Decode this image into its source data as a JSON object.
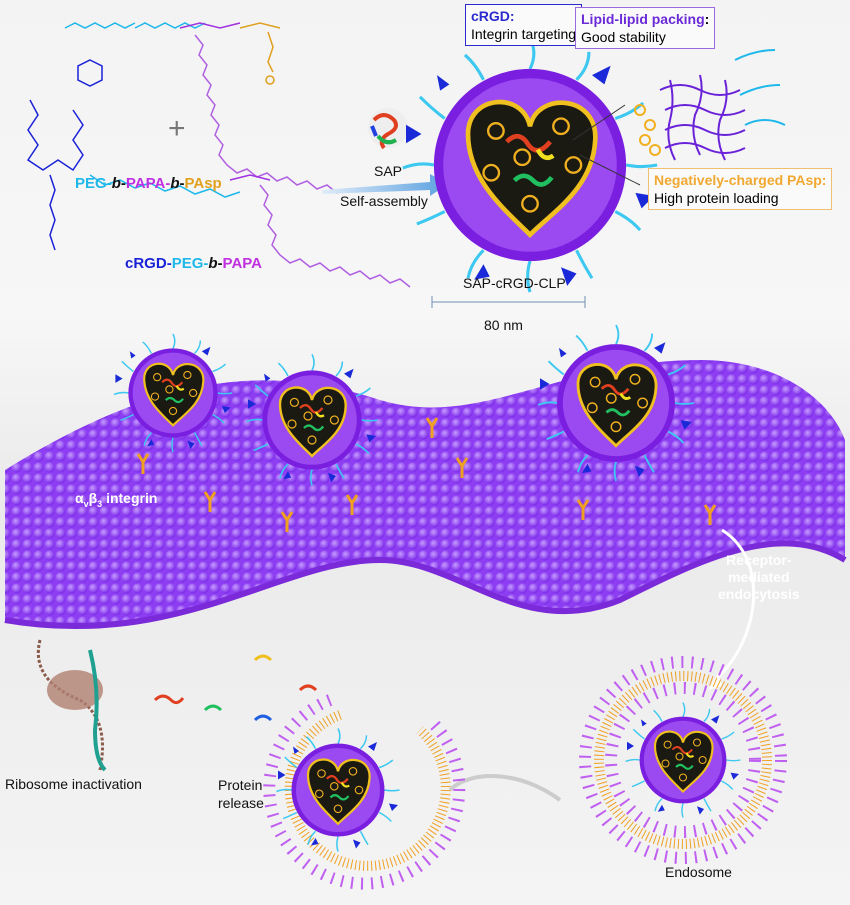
{
  "polymer1": {
    "segments": [
      {
        "text": "PEG",
        "color": "#1fb8ea"
      },
      {
        "text": "-",
        "color": "#1fb8ea"
      },
      {
        "text": "b",
        "color": "#111111"
      },
      {
        "text": "-",
        "color": "#111111"
      },
      {
        "text": "PAPA",
        "color": "#c030e0"
      },
      {
        "text": "-",
        "color": "#c030e0"
      },
      {
        "text": "b",
        "color": "#111111"
      },
      {
        "text": "-",
        "color": "#111111"
      },
      {
        "text": "PAsp",
        "color": "#e0a020"
      }
    ]
  },
  "polymer2": {
    "segments": [
      {
        "text": "cRGD",
        "color": "#1a22d8"
      },
      {
        "text": "-",
        "color": "#1a22d8"
      },
      {
        "text": "PEG",
        "color": "#1fb8ea"
      },
      {
        "text": "-",
        "color": "#1fb8ea"
      },
      {
        "text": "b",
        "color": "#111111"
      },
      {
        "text": "-",
        "color": "#111111"
      },
      {
        "text": "PAPA",
        "color": "#c030e0"
      }
    ]
  },
  "plus": "+",
  "sap_label": "SAP",
  "self_assembly_label": "Self-assembly",
  "callouts": {
    "crgd": {
      "title": "cRGD:",
      "text": "Integrin targeting",
      "color": "#2a2ad0"
    },
    "lipid": {
      "title": "Lipid-lipid packing",
      "colon": ":",
      "text": "Good stability",
      "color": "#6a2ad8"
    },
    "pasp": {
      "title": "Negatively-charged PAsp:",
      "text": "High protein loading",
      "color": "#f0a830"
    }
  },
  "particle_name": "SAP-cRGD-CLP",
  "scale_label": "80 nm",
  "integrin_label": {
    "alpha": "α",
    "sub_v": "v",
    "beta": "β",
    "sub_3": "3",
    "rest": " integrin"
  },
  "endocytosis_label": [
    "Receptor-",
    "mediated",
    "endocytosis"
  ],
  "endosome_label": "Endosome",
  "ribosome_label": "Ribosome inactivation",
  "protein_release_label": [
    "Protein",
    "release"
  ],
  "colors": {
    "membrane": "#8a3cf0",
    "peg": "#3cc8f0",
    "core": "#1b1a12",
    "pasp": "#f0b020",
    "crgd": "#1a2ad8"
  }
}
